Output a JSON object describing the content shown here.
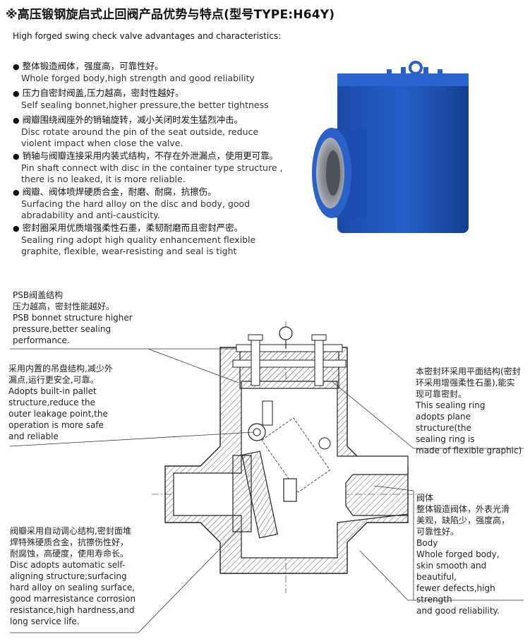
{
  "title": "※高压锻钢旋启式止回阀产品优势与特点(型号TYPE:H64Y)",
  "subtitle": "High forged swing check valve advantages and characteristics:",
  "features": [
    {
      "cn": "整体锻造阀体，强度高，可靠性好。",
      "en": "Whole forged body,high strength and good reliability"
    },
    {
      "cn": "压力自密封阀盖,压力越高，密封性越好。",
      "en": "Self sealing bonnet,higher pressure,the better tightness"
    },
    {
      "cn": "阀瓣围绕阀座外的销轴旋转，减小关闭时发生猛烈冲击。",
      "en": "Disc rotate around the pin of the seat outside, reduce\nviolent impact when close the valve."
    },
    {
      "cn": "销轴与阀瓣连接采用内装式结构，不存在外泄漏点，使用更可靠。",
      "en": "Pin shaft connect with disc in the container type structure ,\nthere is no leaked, it is more reliable."
    },
    {
      "cn": "阀瓣、阀体喷焊硬质合金，耐磨、耐腐，抗擦伤。",
      "en": "Surfacing the hard alloy on the disc and body, good\nabradability and anti-causticity."
    },
    {
      "cn": "密封圈采用优质增强柔性石墨，柔韧耐磨而且密封严密。",
      "en": "Sealing ring adopt high quality enhancement flexible\ngraphite, flexible, wear-resisting and seal is tight"
    }
  ],
  "annotations": {
    "psb": "PSB阀盖结构\n压力越高，密封性能越好。\nPSB bonnet structure higher\npressure,better  sealing\nperformance.",
    "pallet": "采用内置的吊盘结构,减少外\n漏点,运行更安全,可靠。\nAdopts built-in pallet\nstructure,reduce the\nouter leakage point,the\noperation is more safe\nand reliable",
    "sealing": "本密封环采用平面结构(密封\n环采用增强柔性石墨),能实\n现可靠密封。\nThis sealing ring\nadopts plane structure(the\nsealing ring is\nmade of flexible graphic)",
    "body": "阀体\n整体锻造阀体，外表光滑\n美观，缺陷少，强度高，\n可靠性好。\nBody\nWhole forged body,\nskin smooth and beautiful,\nfewer defects,high strength\nand good reliability.",
    "disc": "阀瓣采用自动调心结构,密封面堆\n焊特殊硬质合金，抗擦伤性好，\n耐腐蚀，高硬度，使用寿命长。\nDisc adopts automatic self-\naligning structure;surfacing\nhard alloy on sealing surface,\ngood marresistance corrosion\nresistance,high hardness,and\nlong service life."
  },
  "colors": {
    "valve_blue": "#1f53b8",
    "valve_dark": "#163f92",
    "bore_gray": "#8a8f95"
  },
  "icons": [
    "bullet-dot"
  ]
}
